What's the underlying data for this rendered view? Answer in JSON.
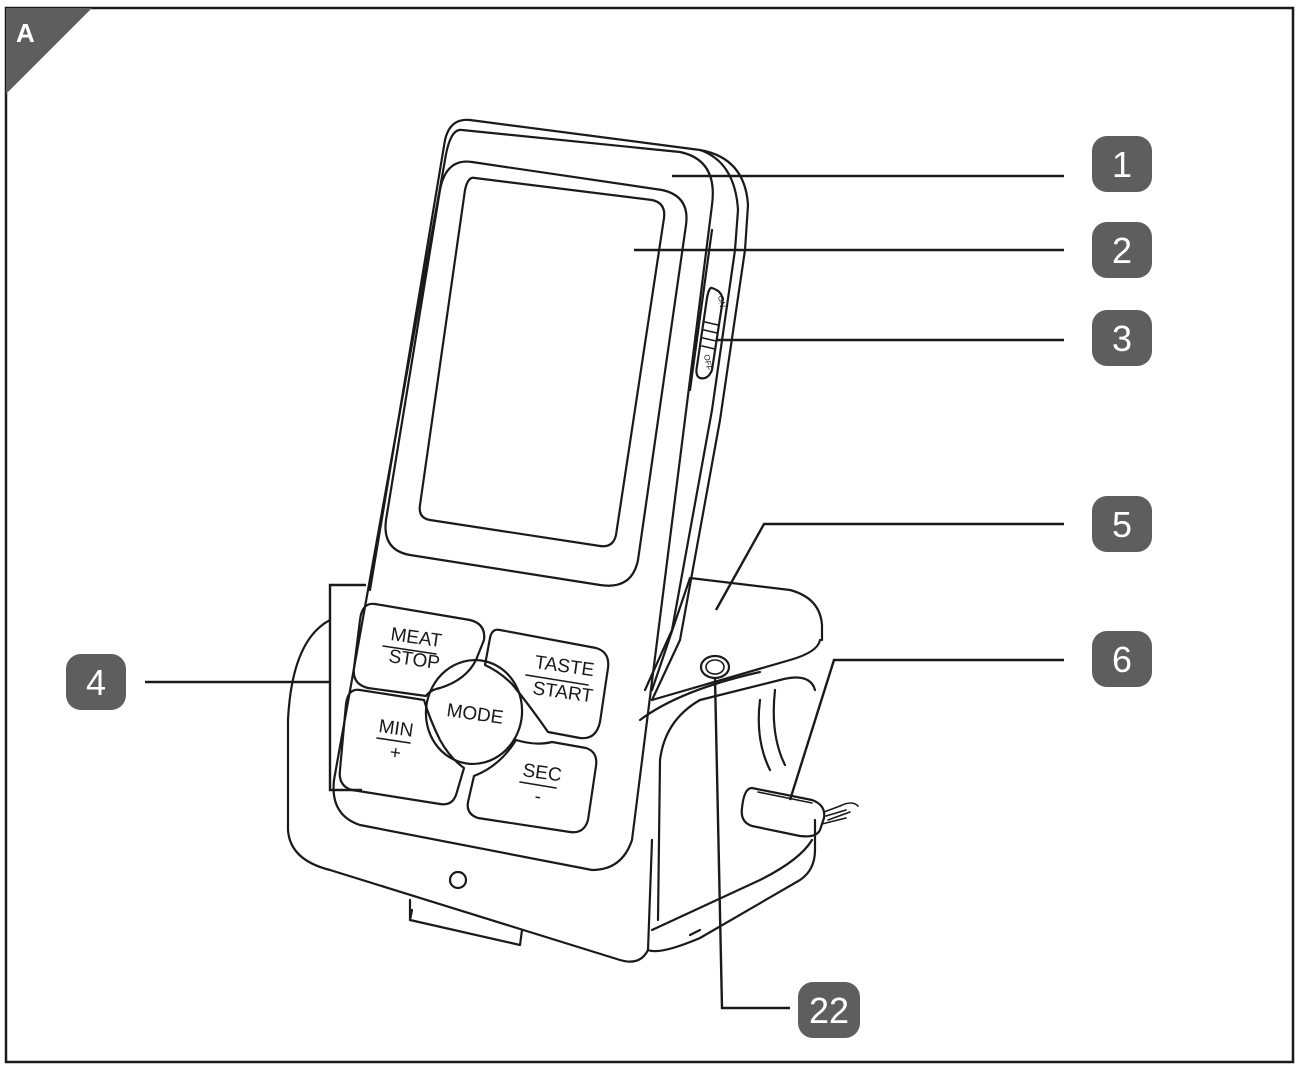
{
  "figure": {
    "panel_label": "A"
  },
  "buttons": {
    "meat": "MEAT",
    "stop": "STOP",
    "taste": "TASTE",
    "start": "START",
    "mode": "MODE",
    "min": "MIN",
    "plus": "+",
    "sec": "SEC",
    "minus": "-"
  },
  "switch": {
    "on": "ON",
    "off": "OFF"
  },
  "callouts": {
    "c1": "1",
    "c2": "2",
    "c3": "3",
    "c4": "4",
    "c5": "5",
    "c6": "6",
    "c22": "22"
  },
  "colors": {
    "badge": "#5e5e5e",
    "line": "#1a1a1a",
    "background": "#ffffff"
  }
}
